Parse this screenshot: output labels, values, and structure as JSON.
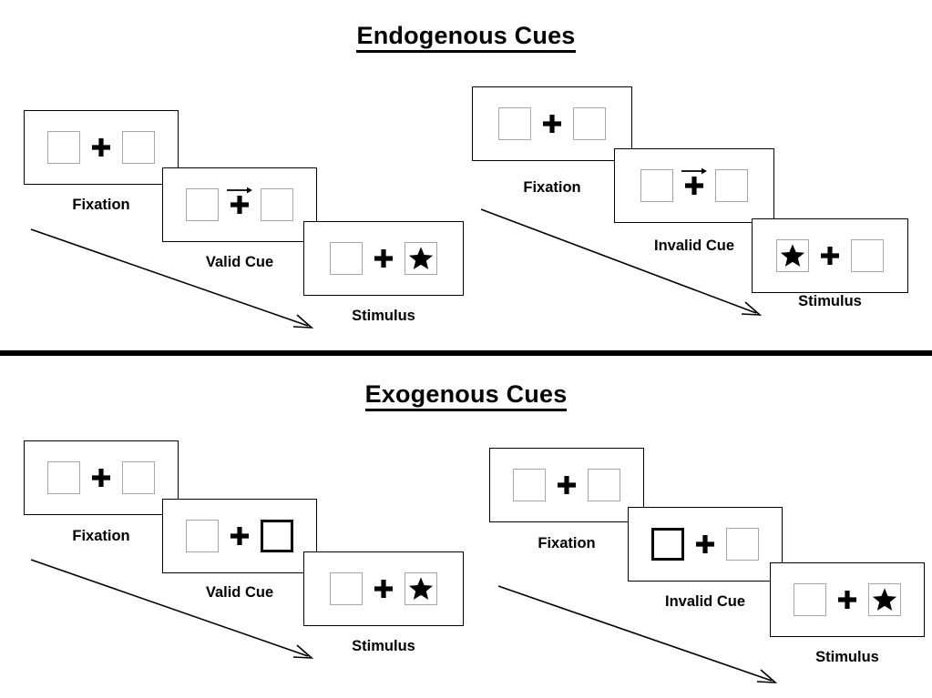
{
  "figure": {
    "type": "posner-cueing-paradigm-diagram",
    "background": "#ffffff",
    "line_color": "#000000",
    "square_border_color": "#a6a6a6",
    "flash_border_color": "#000000"
  },
  "sections": [
    {
      "id": "endogenous",
      "title": "Endogenous Cues",
      "sequences": [
        {
          "id": "endogenous-valid",
          "frames": [
            {
              "id": "endo-valid-fixation",
              "label": "Fixation",
              "cue": "none",
              "left_box": "empty",
              "right_box": "empty",
              "cross": "plus"
            },
            {
              "id": "endo-valid-cue",
              "label": "Valid Cue",
              "cue": "arrow-right",
              "left_box": "empty",
              "right_box": "empty",
              "cross": "plus"
            },
            {
              "id": "endo-valid-stimulus",
              "label": "Stimulus",
              "cue": "none",
              "left_box": "empty",
              "right_box": "star",
              "cross": "plus"
            }
          ],
          "time_arrow_label": ""
        },
        {
          "id": "endogenous-invalid",
          "frames": [
            {
              "id": "endo-invalid-fixation",
              "label": "Fixation",
              "cue": "none",
              "left_box": "empty",
              "right_box": "empty",
              "cross": "plus"
            },
            {
              "id": "endo-invalid-cue",
              "label": "Invalid Cue",
              "cue": "arrow-right",
              "left_box": "empty",
              "right_box": "empty",
              "cross": "plus"
            },
            {
              "id": "endo-invalid-stimulus",
              "label": "Stimulus",
              "cue": "none",
              "left_box": "star",
              "right_box": "empty",
              "cross": "plus"
            }
          ],
          "time_arrow_label": ""
        }
      ]
    },
    {
      "id": "exogenous",
      "title": "Exogenous Cues",
      "sequences": [
        {
          "id": "exogenous-valid",
          "frames": [
            {
              "id": "exo-valid-fixation",
              "label": "Fixation",
              "cue": "none",
              "left_box": "empty",
              "right_box": "empty",
              "cross": "plus"
            },
            {
              "id": "exo-valid-cue",
              "label": "Valid Cue",
              "cue": "box-flash-right",
              "left_box": "empty",
              "right_box": "flash",
              "cross": "plus"
            },
            {
              "id": "exo-valid-stimulus",
              "label": "Stimulus",
              "cue": "none",
              "left_box": "empty",
              "right_box": "star",
              "cross": "plus"
            }
          ],
          "time_arrow_label": ""
        },
        {
          "id": "exogenous-invalid",
          "frames": [
            {
              "id": "exo-invalid-fixation",
              "label": "Fixation",
              "cue": "none",
              "left_box": "empty",
              "right_box": "empty",
              "cross": "plus"
            },
            {
              "id": "exo-invalid-cue",
              "label": "Invalid Cue",
              "cue": "box-flash-left",
              "left_box": "flash",
              "right_box": "empty",
              "cross": "plus"
            },
            {
              "id": "exo-invalid-stimulus",
              "label": "Stimulus",
              "cue": "none",
              "left_box": "empty",
              "right_box": "star",
              "cross": "plus"
            }
          ],
          "time_arrow_label": ""
        }
      ]
    }
  ],
  "icons": {
    "fixation_cross": "plus-icon",
    "target": "star-icon",
    "cue": "arrow-right-icon",
    "time": "time-arrow-icon"
  }
}
